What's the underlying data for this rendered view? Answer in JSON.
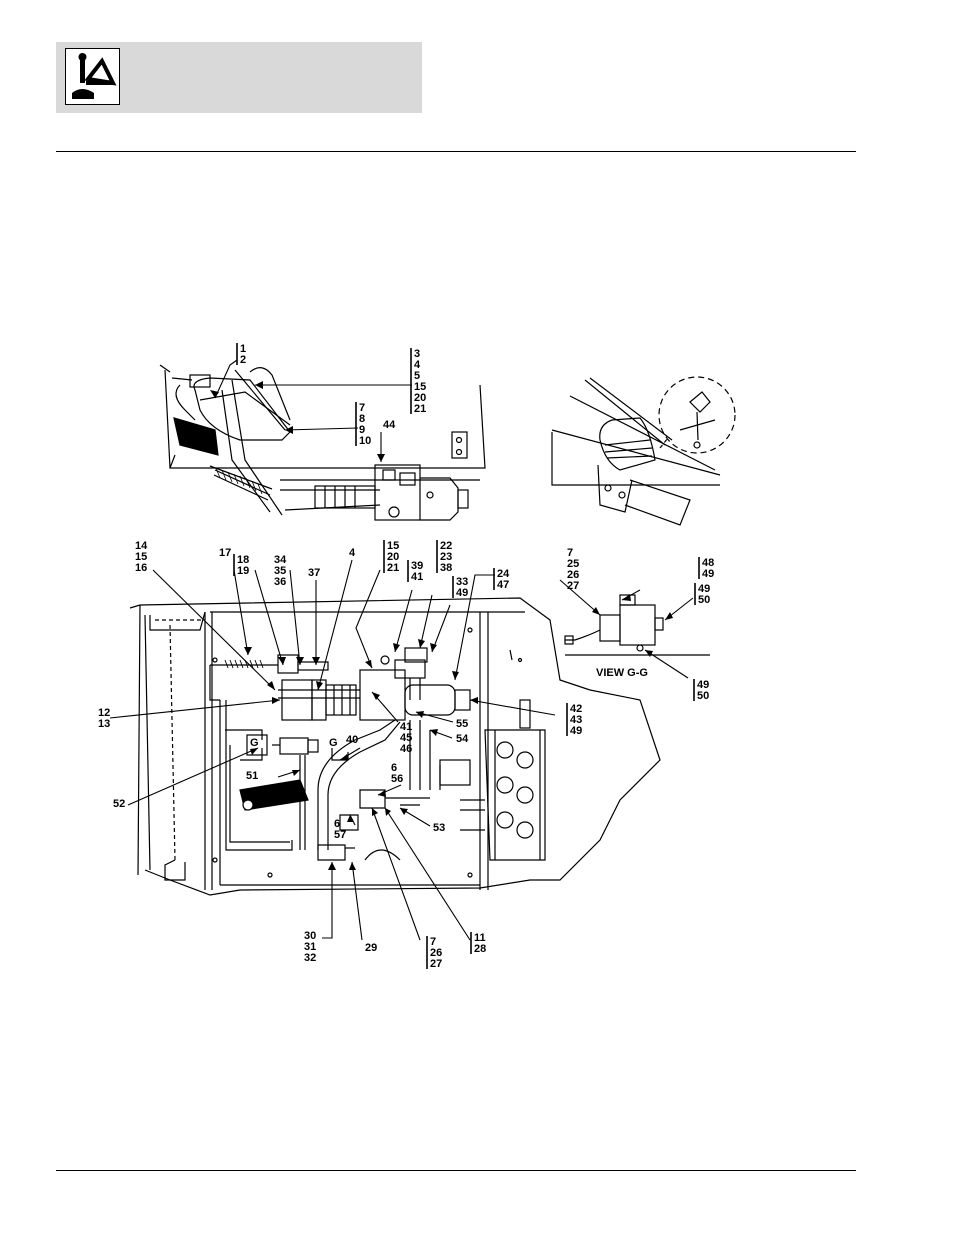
{
  "header": {
    "logo_icon": "joystick-icon",
    "band_color": "#d9d9d9"
  },
  "diagram": {
    "view_label": "VIEW G-G",
    "section_mark": "G",
    "callouts": [
      {
        "id": "c-1-2",
        "lines": [
          "1",
          "2"
        ]
      },
      {
        "id": "c-3-21",
        "lines": [
          "3",
          "4",
          "5",
          "15",
          "20",
          "21"
        ]
      },
      {
        "id": "c-7-10",
        "lines": [
          "7",
          "8",
          "9",
          "10"
        ]
      },
      {
        "id": "c-44",
        "lines": [
          "44"
        ]
      },
      {
        "id": "c-14-16",
        "lines": [
          "14",
          "15",
          "16"
        ]
      },
      {
        "id": "c-17-19",
        "lines": [
          "17"
        ]
      },
      {
        "id": "c-18-19",
        "lines": [
          "18",
          "19"
        ]
      },
      {
        "id": "c-34-36",
        "lines": [
          "34",
          "35",
          "36"
        ]
      },
      {
        "id": "c-37",
        "lines": [
          "37"
        ]
      },
      {
        "id": "c-4",
        "lines": [
          "4"
        ]
      },
      {
        "id": "c-15-21",
        "lines": [
          "15",
          "20",
          "21"
        ]
      },
      {
        "id": "c-39-41",
        "lines": [
          "39",
          "41"
        ]
      },
      {
        "id": "c-22-38",
        "lines": [
          "22",
          "23",
          "38"
        ]
      },
      {
        "id": "c-33-49",
        "lines": [
          "33",
          "49"
        ]
      },
      {
        "id": "c-24-47",
        "lines": [
          "24",
          "47"
        ]
      },
      {
        "id": "c-7-27",
        "lines": [
          "7",
          "25",
          "26",
          "27"
        ]
      },
      {
        "id": "c-48-49",
        "lines": [
          "48",
          "49"
        ]
      },
      {
        "id": "c-49-50a",
        "lines": [
          "49",
          "50"
        ]
      },
      {
        "id": "c-49-50b",
        "lines": [
          "49",
          "50"
        ]
      },
      {
        "id": "c-12-13",
        "lines": [
          "12",
          "13"
        ]
      },
      {
        "id": "c-42-49",
        "lines": [
          "42",
          "43",
          "49"
        ]
      },
      {
        "id": "c-55",
        "lines": [
          "55"
        ]
      },
      {
        "id": "c-41-46",
        "lines": [
          "41",
          "45",
          "46"
        ]
      },
      {
        "id": "c-54",
        "lines": [
          "54"
        ]
      },
      {
        "id": "c-40",
        "lines": [
          "40"
        ]
      },
      {
        "id": "c-51",
        "lines": [
          "51"
        ]
      },
      {
        "id": "c-52",
        "lines": [
          "52"
        ]
      },
      {
        "id": "c-6-56",
        "lines": [
          "6",
          "56"
        ]
      },
      {
        "id": "c-53",
        "lines": [
          "53"
        ]
      },
      {
        "id": "c-6-57",
        "lines": [
          "6",
          "57"
        ]
      },
      {
        "id": "c-30-32",
        "lines": [
          "30",
          "31",
          "32"
        ]
      },
      {
        "id": "c-29",
        "lines": [
          "29"
        ]
      },
      {
        "id": "c-7-26-27",
        "lines": [
          "7",
          "26",
          "27"
        ]
      },
      {
        "id": "c-11-28",
        "lines": [
          "11",
          "28"
        ]
      }
    ]
  }
}
